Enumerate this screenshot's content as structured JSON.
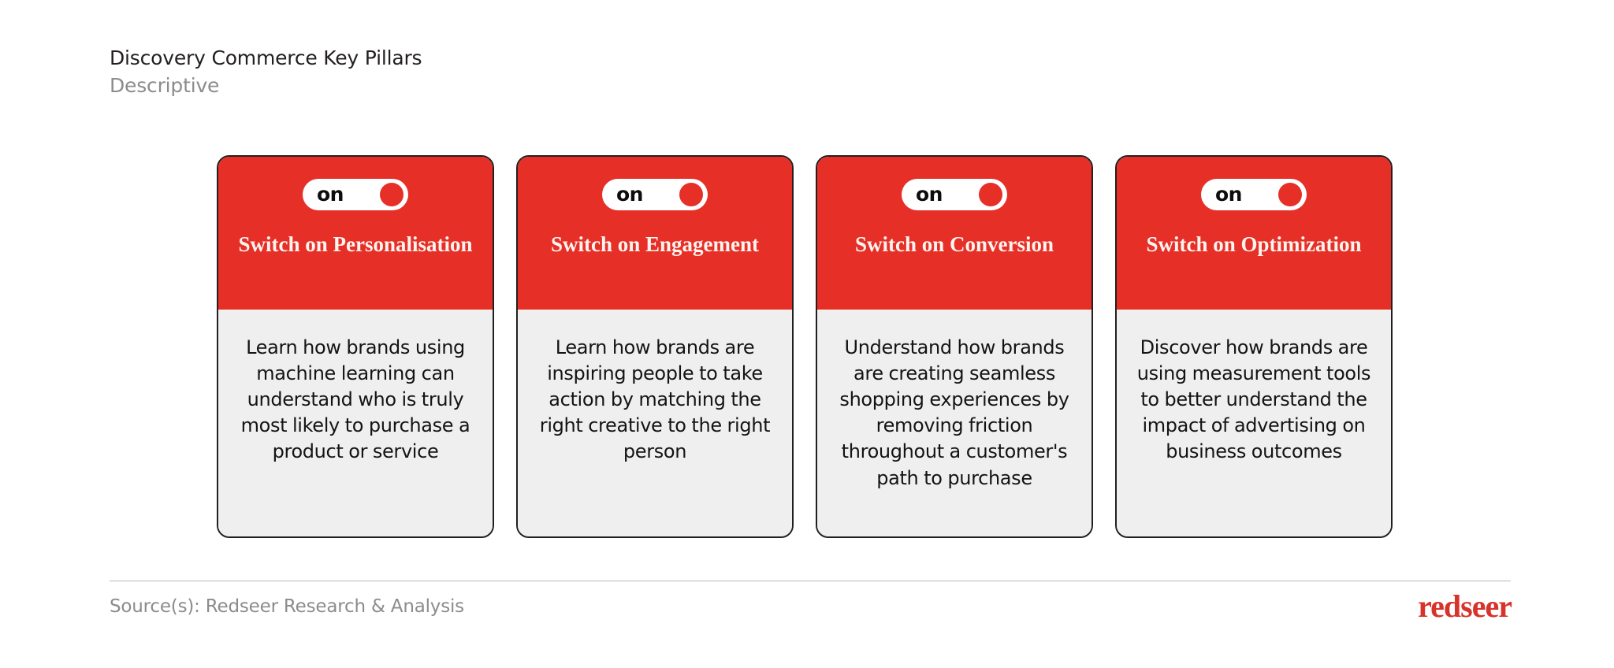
{
  "header": {
    "title": "Discovery Commerce Key Pillars",
    "subtitle": "Descriptive"
  },
  "colors": {
    "brand_red": "#e62f27",
    "card_body_bg": "#efefef",
    "card_border": "#231f20",
    "title_text": "#231f20",
    "subtitle_text": "#8c8c8c",
    "logo_red": "#d8332b"
  },
  "cards": [
    {
      "toggle_state": "on",
      "toggle_icon": "toggle-on-icon",
      "title": "Switch on Personalisation",
      "body": "Learn how brands using machine learning can understand who is truly most likely to purchase a product or service"
    },
    {
      "toggle_state": "on",
      "toggle_icon": "toggle-on-icon",
      "title": "Switch on Engagement",
      "body": "Learn how brands are inspiring people to take action by matching the right creative to the right person"
    },
    {
      "toggle_state": "on",
      "toggle_icon": "toggle-on-icon",
      "title": "Switch on Conversion",
      "body": "Understand how brands are creating seamless shopping experiences by removing friction throughout a customer's path to purchase"
    },
    {
      "toggle_state": "on",
      "toggle_icon": "toggle-on-icon",
      "title": "Switch on Optimization",
      "body": "Discover how brands are using measurement tools to better understand the impact of advertising on business outcomes"
    }
  ],
  "footer": {
    "source": "Source(s): Redseer Research & Analysis",
    "logo": "redseer"
  }
}
